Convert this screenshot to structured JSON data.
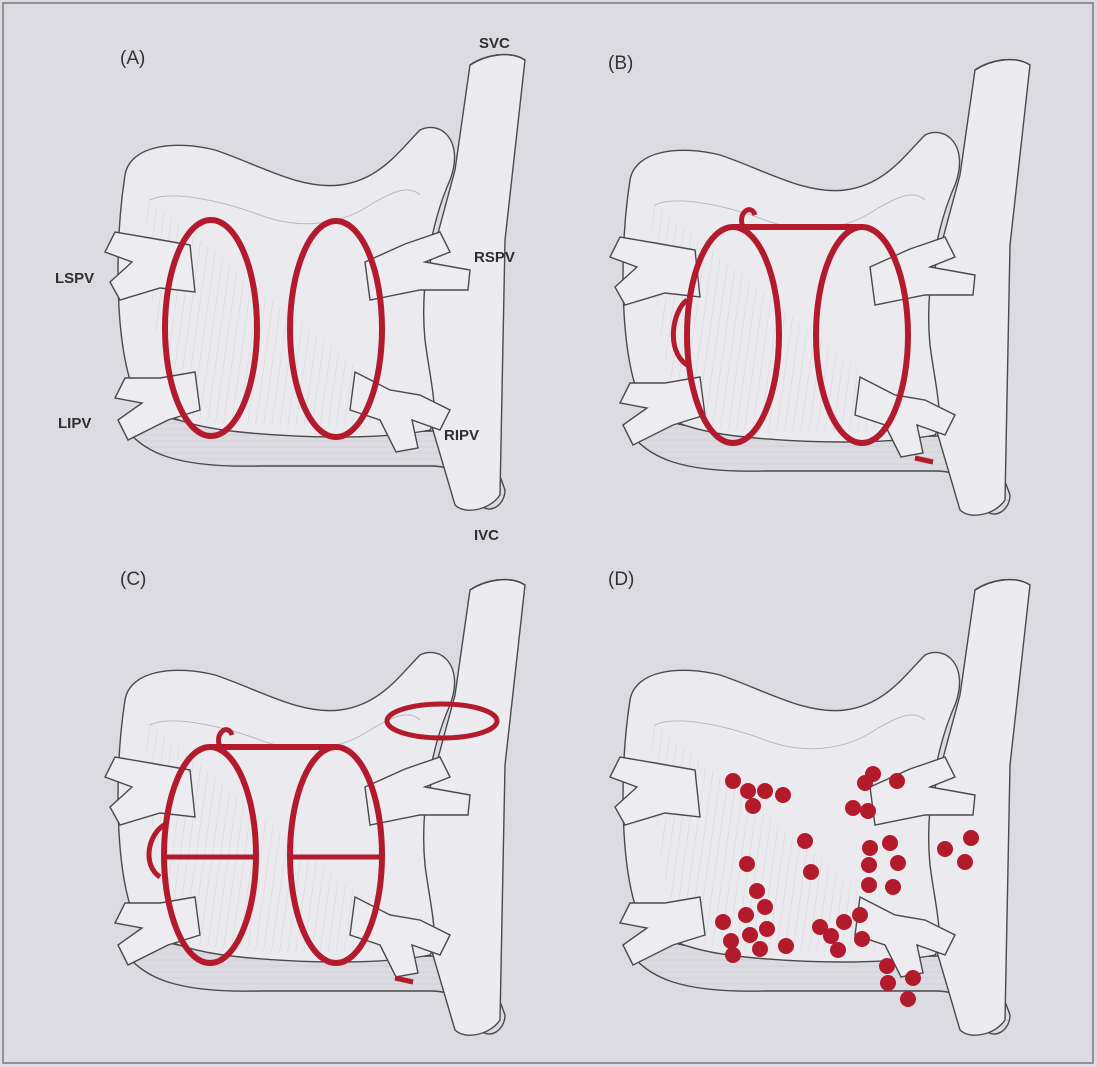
{
  "panels": [
    {
      "id": "A",
      "label": "(A)"
    },
    {
      "id": "B",
      "label": "(B)"
    },
    {
      "id": "C",
      "label": "(C)"
    },
    {
      "id": "D",
      "label": "(D)"
    }
  ],
  "anatomy_labels": {
    "svc": "SVC",
    "ivc": "IVC",
    "lspv": "LSPV",
    "lipv": "LIPV",
    "rspv": "RSPV",
    "ripv": "RIPV"
  },
  "colors": {
    "background": "#dcdbe1",
    "panel_fill": "#ebebef",
    "outline": "#4a4a4a",
    "fiber": "#c9c9cf",
    "lesion_red": "#b31b2c"
  },
  "panel_D_ablation_point_count": 42
}
